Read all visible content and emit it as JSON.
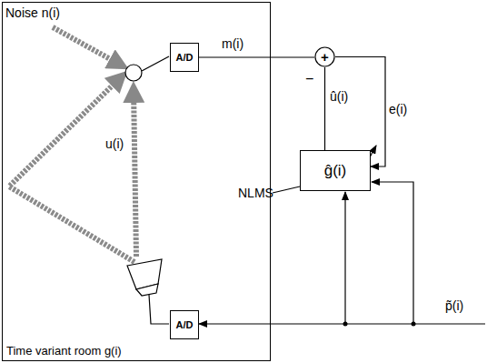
{
  "diagram": {
    "nodes": [
      {
        "text": [
          "Time variant room g(i)"
        ]
      },
      {
        "text": [
          "A/D"
        ],
        "in": 0
      },
      {
        "text": [
          "A/D"
        ],
        "in": 0
      },
      {
        "text": [
          "+"
        ]
      },
      {
        "text": [
          "ĝ(i)"
        ]
      }
    ],
    "edges": [
      {
        "from": 1,
        "to": 3,
        "label": "m(i)",
        "arrow": "none"
      },
      {
        "from": 4,
        "to": 3,
        "label": "û(i)",
        "arrow": "none"
      },
      {
        "from": 3,
        "to": 4,
        "label": "e(i)",
        "arrow": "to"
      }
    ],
    "labels": [
      "Noise  n(i)",
      "u(i)",
      "−",
      "NLMS",
      "p̃(i)"
    ]
  }
}
